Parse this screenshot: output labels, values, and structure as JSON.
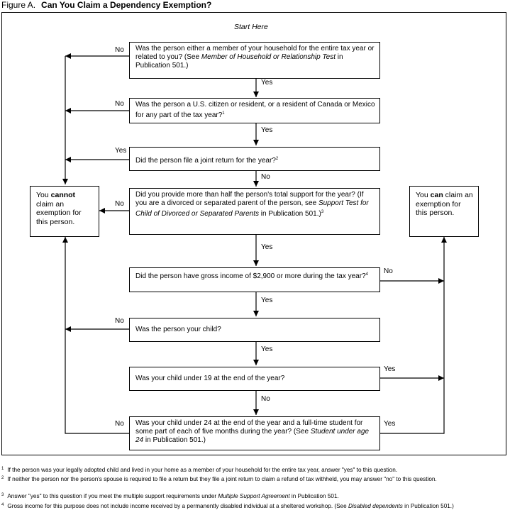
{
  "figure": {
    "label": "Figure A.",
    "title": "Can You Claim a Dependency Exemption?"
  },
  "start_label": "Start Here",
  "questions": {
    "q1": {
      "a": "Was the person either a member of your household for the entire tax year or related to you? (See ",
      "i": "Member of Household or Relationship Test",
      "b": " in Publication 501.)"
    },
    "q2": {
      "a": "Was the person a U.S. citizen or resident, or a resident of Canada or Mexico for any part of the tax year?",
      "sup": "1"
    },
    "q3": {
      "a": "Did the person file a joint return for the year?",
      "sup": "2"
    },
    "q4": {
      "a": "Did you provide more than half the person's total support for the year? (If you are a divorced or separated parent of the person, see ",
      "i": "Support Test for Child of Divorced or Separated Parents",
      "b": " in Publication 501.)",
      "sup": "3"
    },
    "q5": {
      "a": "Did the person have gross income of $2,900 or more during the tax year?",
      "sup": "4"
    },
    "q6": {
      "a": "Was the person your child?"
    },
    "q7": {
      "a": "Was your child under 19 at the end of the year?"
    },
    "q8": {
      "a": "Was your child under 24 at the end of the year and a full-time student for some part of each of five months during the year? (See ",
      "i": "Student under age 24",
      "b": " in Publication 501.)"
    }
  },
  "outcomes": {
    "cannot": {
      "pre": "You ",
      "bold": "cannot",
      "post": " claim an exemption for this person."
    },
    "can": {
      "pre": "You ",
      "bold": "can",
      "post": " claim an exemption for this person."
    }
  },
  "labels": {
    "yes": "Yes",
    "no": "No"
  },
  "footnotes": [
    {
      "num": "1",
      "a": "If the person was your legally adopted child and lived in your home as a member of your household for the entire tax year, answer \"yes\" to this question."
    },
    {
      "num": "2",
      "a": "If neither the person nor the person's spouse is required to file a return but they file a joint return to claim a refund of tax withheld, you may answer \"no\" to this question."
    },
    {
      "num": "3",
      "a": "Answer \"yes\" to this question if you meet the multiple support requirements under ",
      "i": "Multiple Support Agreement",
      "b": " in Publication 501."
    },
    {
      "num": "4",
      "a": "Gross income for this purpose does not include income received by a permanently disabled individual at a sheltered workshop. (See ",
      "i": "Disabled dependents",
      "b": " in Publication 501.)"
    }
  ]
}
